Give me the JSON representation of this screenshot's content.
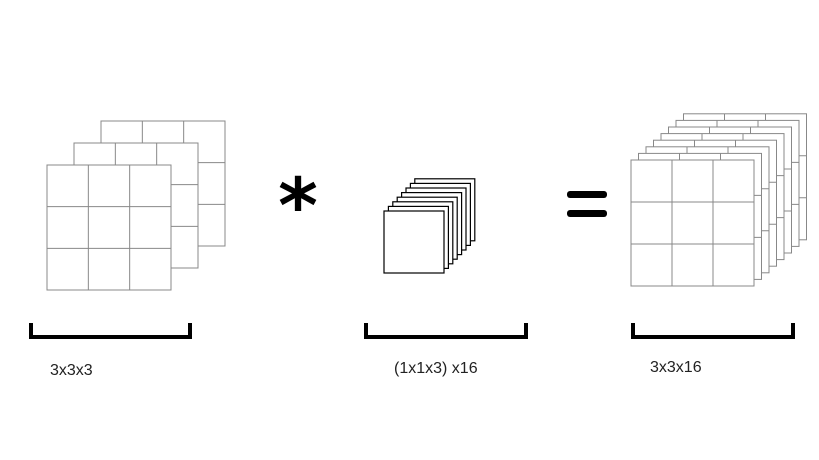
{
  "operator_symbol": "*",
  "equals_symbol": "=",
  "input": {
    "label": "3x3x3",
    "layers": 3,
    "grid": 3
  },
  "kernel": {
    "label": "(1x1x3) x16",
    "count": 8
  },
  "output": {
    "label": "3x3x16",
    "layers": 8,
    "grid": 3
  },
  "colors": {
    "grid_line": "#888888",
    "frame": "#000000",
    "ink": "#000000"
  }
}
